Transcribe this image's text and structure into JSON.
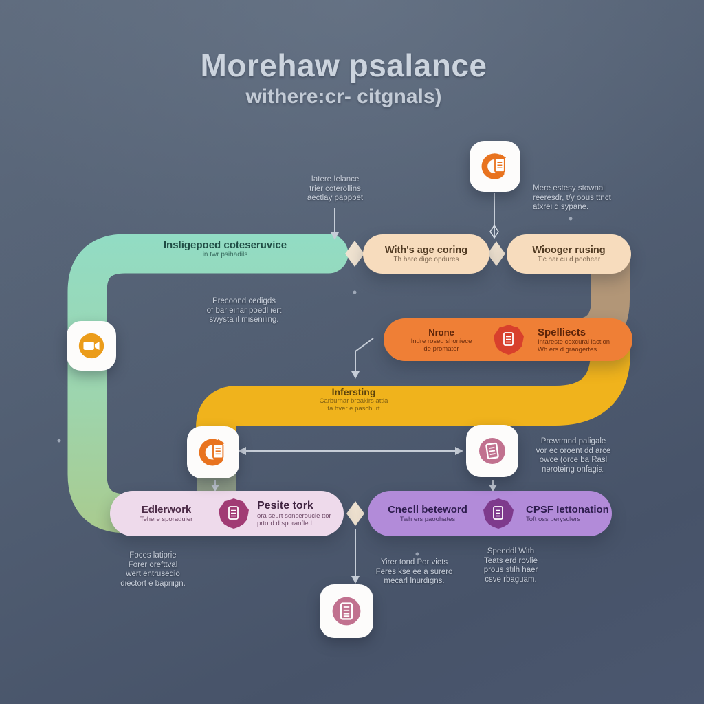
{
  "title": {
    "heading": "Morehaw psalance",
    "subheading": "withere:cr- citgnals)"
  },
  "nodes": {
    "teal": {
      "title": "Insligepoed coteseruvice",
      "subtitle": "in twr psihadils"
    },
    "peach1": {
      "title": "With's age coring",
      "subtitle": "Th hare dige opdures"
    },
    "peach2": {
      "title": "Wiooger rusing",
      "subtitle": "Tic har cu d poohear"
    },
    "orange": {
      "left_title": "Nrone",
      "left_sub1": "Indre rosed shoniece",
      "left_sub2": "de promater",
      "right_title": "Spelliects",
      "right_sub1": "Intareste coxcural laction",
      "right_sub2": "Wh ers d graogertes"
    },
    "yellow": {
      "title": "Infersting",
      "sub1": "Carburhar breaklrs attia",
      "sub2": "ta hver e paschurt"
    },
    "pink": {
      "left_title": "Edlerwork",
      "left_sub": "Tehere sporaduier",
      "right_title": "Pesite tork",
      "right_sub1": "ora seurt sonseroucie ttor",
      "right_sub2": "prtord d sporanfled"
    },
    "purple": {
      "left_title": "Cnecll beteword",
      "left_sub": "Twh ers paoohates",
      "right_title": "CPSF Iettonation",
      "right_sub": "Toft oss perysdlers"
    }
  },
  "annotations": {
    "top_middle": [
      "Iatere Ielance",
      "trier coterollins",
      "aectlay pappbet"
    ],
    "top_right": [
      "Mere estesy stownal",
      "reeresdr, t/y oous ttnct",
      "atxrei d sypane."
    ],
    "mid_left": [
      "Precoond cedigds",
      "of bar einar poedl iert",
      "swysta il miseniling."
    ],
    "mid_right": [
      "Prewtmnd paligale",
      "vor ec oroent dd arce",
      "owce (orce ba Rasl",
      "neroteing onfagia."
    ],
    "bottom_left": [
      "Foces latiprie",
      "Forer orefttval",
      "wert entrusedio",
      "diectort e bapriign."
    ],
    "bottom_middle": [
      "Yirer tond Por viets",
      "Feres kse ee a surero",
      "mecarl Inurdigns."
    ],
    "bottom_right": [
      "Speeddl With",
      "Teats erd rovlie",
      "prous stilh haer",
      "csve rbaguam."
    ]
  },
  "icons": {
    "top_right": "refresh-document-icon",
    "left": "video-camera-icon",
    "mid_left": "refresh-document-icon",
    "mid_right": "document-icon",
    "bottom": "document-icon",
    "orange_badge": "document-seal-icon",
    "pink_badge": "document-seal-icon",
    "purple_badge": "document-seal-icon"
  },
  "colors": {
    "background_top": "#5f6c7e",
    "background_bottom": "#47536a",
    "teal_band": "#92dcc4",
    "green_band": "#a9cb8f",
    "sage_band": "#8e9c87",
    "peach_box": "#f7dcbd",
    "tan_band": "#b29677",
    "orange_box": "#ef7f36",
    "yellow_band": "#f0b31c",
    "pink_box": "#eedaeb",
    "purple_box": "#b28bd9",
    "red_badge": "#d8402c",
    "magenta_badge": "#a13b74",
    "violet_badge": "#7e3a8c",
    "icon_orange": "#e8891f",
    "icon_mauve": "#c1718f",
    "annotation_text": "#c6cdd8",
    "title_text": "#ccd4de",
    "connector": "#c6cdd7",
    "diamond": "#efe2d0"
  }
}
